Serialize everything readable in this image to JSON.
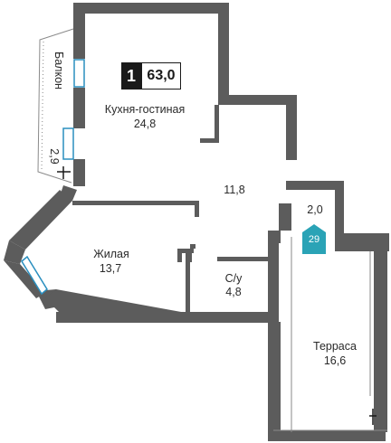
{
  "apartment": {
    "rooms_count": "1",
    "total_area": "63,0",
    "floor": "29"
  },
  "rooms": {
    "kitchen_living": {
      "name": "Кухня-гостиная",
      "area": "24,8"
    },
    "hall": {
      "area": "11,8"
    },
    "corridor": {
      "area": "2,0"
    },
    "bedroom": {
      "name": "Жилая",
      "area": "13,7"
    },
    "bathroom": {
      "name": "С/у",
      "area": "4,8"
    },
    "terrace": {
      "name": "Терраса",
      "area": "16,6"
    },
    "balcony": {
      "name": "Балкон",
      "area": "2,9"
    }
  },
  "colors": {
    "wall": "#5c5c5c",
    "window": "#2a8fbf",
    "floor_badge": "#2aa3b6",
    "badge_dark": "#1a1a1a"
  }
}
